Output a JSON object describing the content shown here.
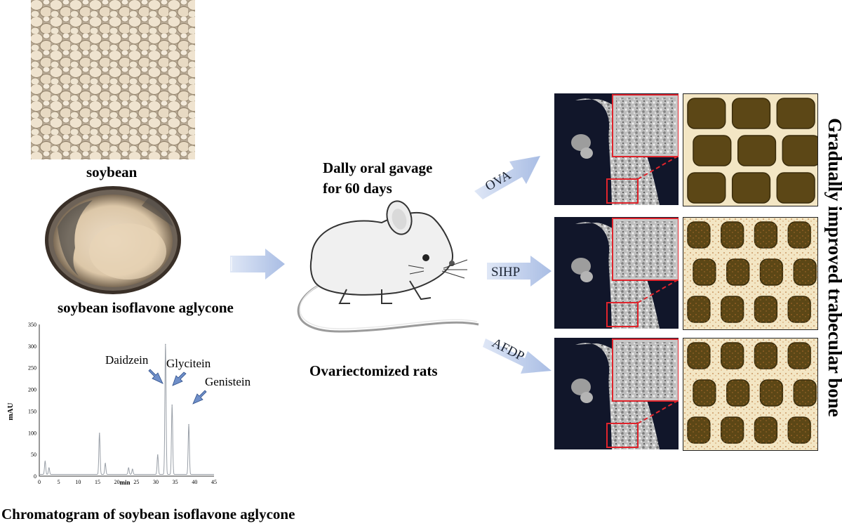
{
  "left": {
    "soybean_label": "soybean",
    "powder_label": "soybean isoflavone aglycone",
    "chromatogram_label": "Chromatogram of soybean isoflavone aglycone"
  },
  "middle": {
    "gavage_line1": "Dally oral gavage",
    "gavage_line2": "for 60 days",
    "rats_label": "Ovariectomized rats"
  },
  "groups": [
    "OVA",
    "SIHP",
    "AFDP"
  ],
  "side_label": "Gradually improved trabecular bone",
  "chart_data": {
    "type": "line",
    "ylabel": "mAU",
    "xlabel": "min",
    "xlim": [
      0,
      45
    ],
    "ylim": [
      0,
      350
    ],
    "x_ticks": [
      "0",
      "5",
      "10",
      "15",
      "20",
      "25",
      "30",
      "35",
      "40",
      "45"
    ],
    "y_ticks": [
      "0",
      "50",
      "100",
      "150",
      "200",
      "250",
      "300",
      "350"
    ],
    "peaks": [
      {
        "x": 1.5,
        "y": 30
      },
      {
        "x": 2.5,
        "y": 15
      },
      {
        "x": 15.5,
        "y": 95
      },
      {
        "x": 17,
        "y": 25
      },
      {
        "x": 23,
        "y": 15
      },
      {
        "x": 24,
        "y": 12
      },
      {
        "x": 30.5,
        "y": 45
      },
      {
        "x": 32.5,
        "y": 300,
        "name": "Daidzein"
      },
      {
        "x": 34.2,
        "y": 160,
        "name": "Glycitein"
      },
      {
        "x": 38.5,
        "y": 115,
        "name": "Genistein"
      }
    ],
    "annotations": [
      "Daidzein",
      "Glycitein",
      "Genistein"
    ]
  },
  "colors": {
    "arrow_fill": "#b7c8e8",
    "annotation_arrow": "#6f8fc9",
    "zoom_box": "#e0242c",
    "bone_dark": "#5c4716",
    "bone_light": "#f3e6c4",
    "ct_background": "#11162a"
  }
}
